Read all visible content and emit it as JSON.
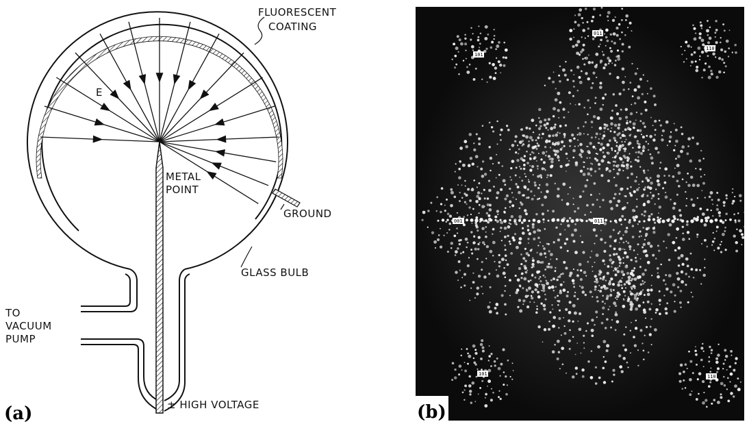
{
  "panel_a": {
    "label": "(a)",
    "annotations": {
      "fluorescent_line1": "FLUORESCENT",
      "fluorescent_line2": "COATING",
      "field": "E",
      "metal_line1": "METAL",
      "metal_line2": "POINT",
      "ground": "GROUND",
      "glass_bulb": "GLASS BULB",
      "pump_line1": "TO",
      "pump_line2": "VACUUM",
      "pump_line3": "PUMP",
      "high_voltage": "± HIGH VOLTAGE"
    }
  },
  "panel_b": {
    "label": "(b)",
    "pole_labels": [
      "011",
      "101",
      "110",
      "001",
      "011",
      "101",
      "110"
    ],
    "colors": {
      "background": "#0b0b0b",
      "spots": "#f2f2f2"
    }
  }
}
